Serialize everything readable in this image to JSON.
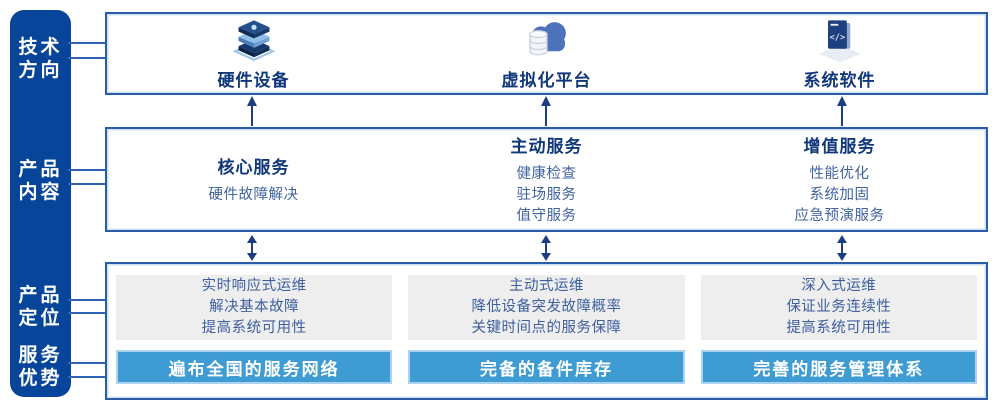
{
  "colors": {
    "sidebar_bg": "#07459A",
    "panel_border": "#2A5CA8",
    "connector_line": "#2E62B1",
    "title_text": "#11387B",
    "item_text": "#41639F",
    "arrow": "#1C3D7F",
    "gray_panel_bg": "#EEEEEF",
    "banner_bg": "#3F9BD3",
    "banner_border": "#A9D3EF",
    "banner_text": "#FFFFFF"
  },
  "sidebar": {
    "labels": [
      {
        "lines": [
          "技术",
          "方向"
        ]
      },
      {
        "lines": [
          "产品",
          "内容"
        ]
      },
      {
        "lines": [
          "产品",
          "定位"
        ]
      },
      {
        "lines": [
          "服务",
          "优势"
        ]
      }
    ]
  },
  "tech_row": {
    "items": [
      {
        "icon": "server-stack-icon",
        "label": "硬件设备"
      },
      {
        "icon": "cloud-database-icon",
        "label": "虚拟化平台"
      },
      {
        "icon": "code-window-icon",
        "label": "系统软件"
      }
    ]
  },
  "product_row": {
    "columns": [
      {
        "title": "核心服务",
        "items": [
          "硬件故障解决"
        ]
      },
      {
        "title": "主动服务",
        "items": [
          "健康检查",
          "驻场服务",
          "值守服务"
        ]
      },
      {
        "title": "增值服务",
        "items": [
          "性能优化",
          "系统加固",
          "应急预演服务"
        ]
      }
    ]
  },
  "positioning_row": {
    "columns": [
      {
        "lines": [
          "实时响应式运维",
          "解决基本故障",
          "提高系统可用性"
        ],
        "banner": "遍布全国的服务网络"
      },
      {
        "lines": [
          "主动式运维",
          "降低设备突发故障概率",
          "关键时间点的服务保障"
        ],
        "banner": "完备的备件库存"
      },
      {
        "lines": [
          "深入式运维",
          "保证业务连续性",
          "提高系统可用性"
        ],
        "banner": "完善的服务管理体系"
      }
    ]
  }
}
